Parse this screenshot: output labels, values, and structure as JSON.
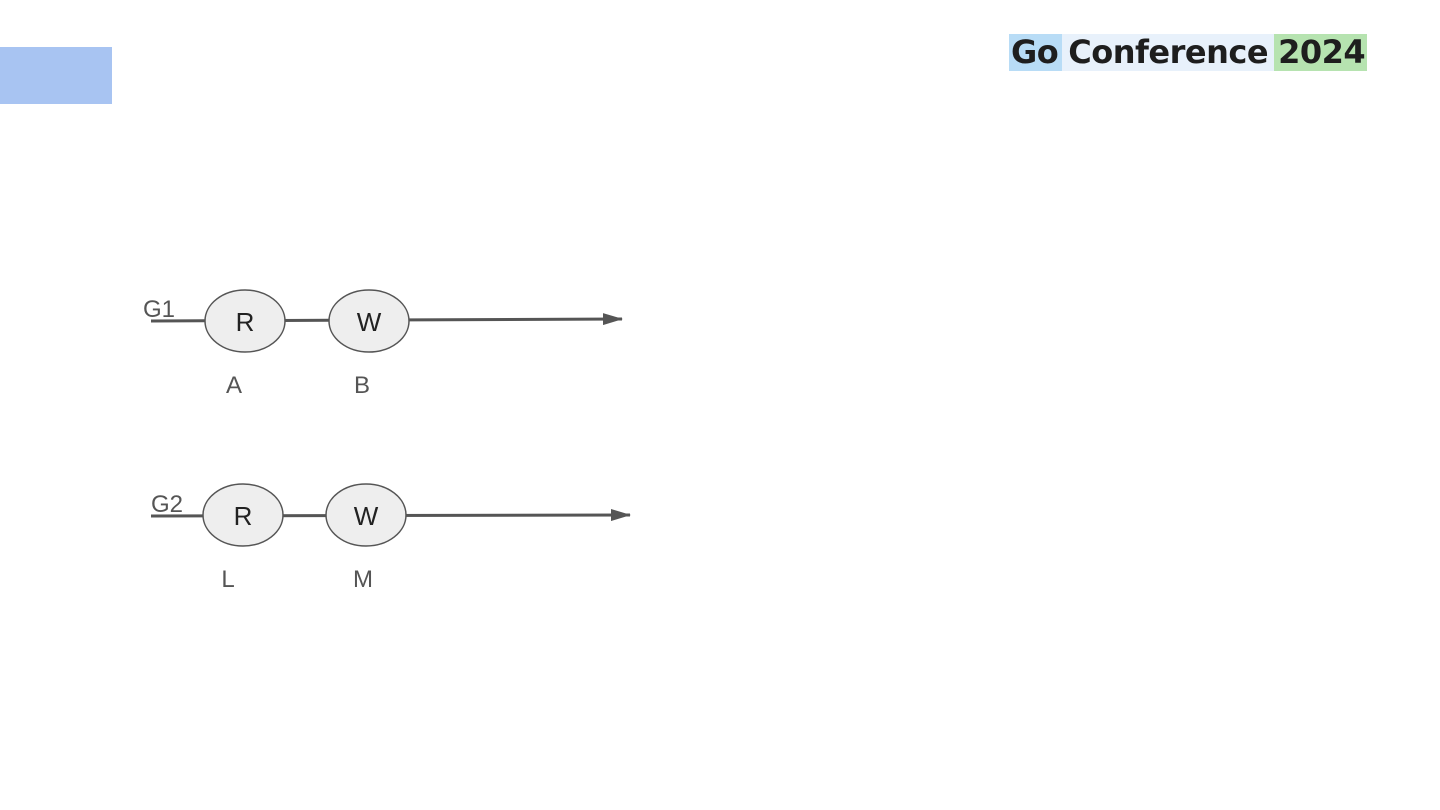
{
  "header": {
    "logo_word_1": "Go",
    "logo_word_2": "Conference",
    "logo_word_3": "2024"
  },
  "diagram": {
    "rows": [
      {
        "goroutine": "G1",
        "ops": [
          {
            "op": "R",
            "label": "A"
          },
          {
            "op": "W",
            "label": "B"
          }
        ]
      },
      {
        "goroutine": "G2",
        "ops": [
          {
            "op": "R",
            "label": "L"
          },
          {
            "op": "W",
            "label": "M"
          }
        ]
      }
    ]
  },
  "colors": {
    "accent_block": "#a8c4f2",
    "node_fill": "#eeeeee",
    "stroke": "#555555",
    "text": "#444444"
  }
}
